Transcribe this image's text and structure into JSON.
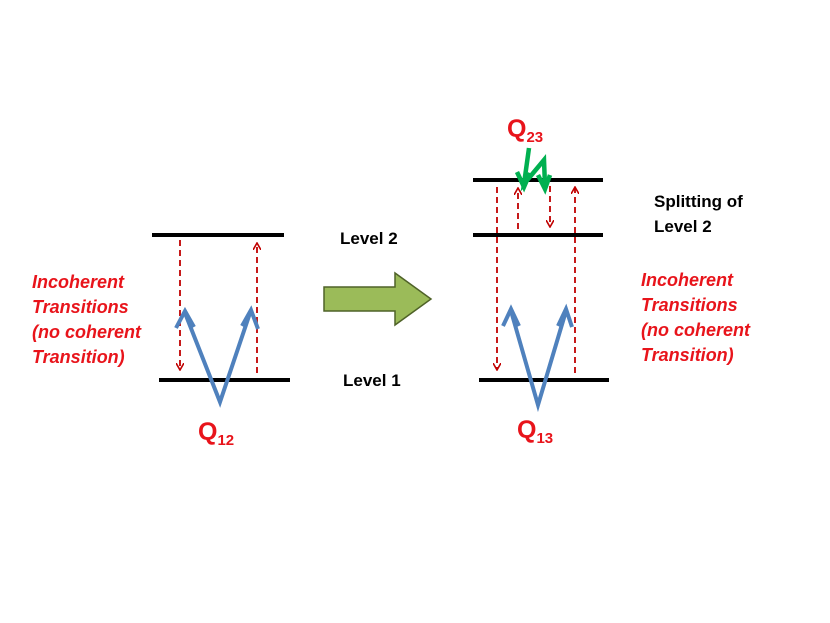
{
  "labels": {
    "level2": "Level 2",
    "level1": "Level 1",
    "splitting_line1": "Splitting of",
    "splitting_line2": "Level 2"
  },
  "left_note": {
    "line1": "Incoherent",
    "line2": "Transitions",
    "line3": "(no coherent",
    "line4": "Transition)"
  },
  "right_note": {
    "line1": "Incoherent",
    "line2": "Transitions",
    "line3": "(no coherent",
    "line4": "Transition)"
  },
  "q12": {
    "base": "Q",
    "sub": "12"
  },
  "q13": {
    "base": "Q",
    "sub": "13"
  },
  "q23": {
    "base": "Q",
    "sub": "23"
  },
  "colors": {
    "level": "#000000",
    "incoherent": "#c00000",
    "coherent": "#4f81bd",
    "q23_arrow": "#00b050",
    "process_arrow_fill": "#9bbb59",
    "process_arrow_stroke": "#4f6228",
    "red_text": "#e8141b"
  }
}
